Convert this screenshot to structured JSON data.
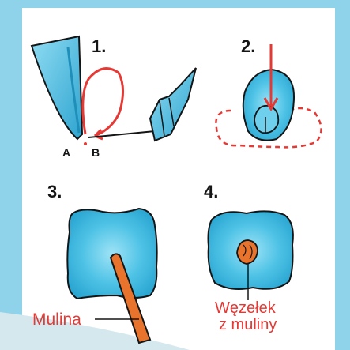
{
  "colors": {
    "background_accent": "#8fd3ea",
    "paper": "#ffffff",
    "fabric": "#4fc3e6",
    "fabric_dark": "#1f8fb9",
    "thread": "#e8732c",
    "red": "#e53935",
    "outline": "#151515"
  },
  "steps": [
    {
      "number": "1.",
      "labels": {
        "a": "A",
        "b": "B"
      }
    },
    {
      "number": "2."
    },
    {
      "number": "3.",
      "caption": "Mulina"
    },
    {
      "number": "4.",
      "caption_line1": "Węzełek",
      "caption_line2": "z muliny"
    }
  ]
}
